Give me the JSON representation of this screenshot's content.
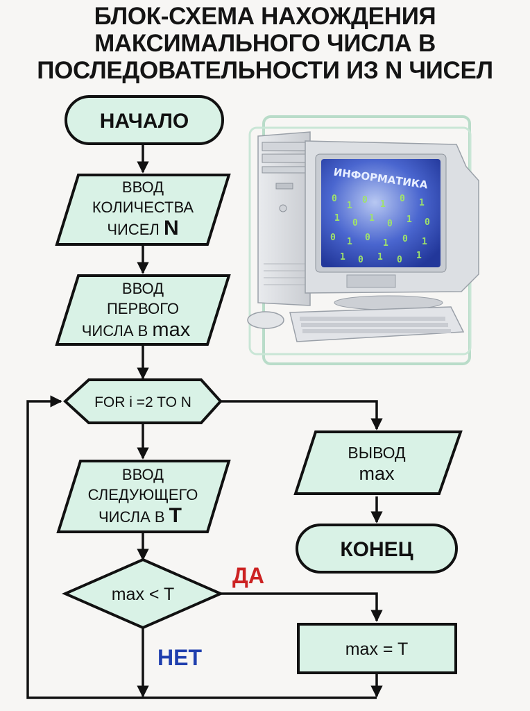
{
  "title": {
    "line1": "БЛОК-СХЕМА НАХОЖДЕНИЯ",
    "line2": "МАКСИМАЛЬНОГО ЧИСЛА В",
    "line3": "ПОСЛЕДОВАТЕЛЬНОСТИ ИЗ N ЧИСЕЛ"
  },
  "blocks": {
    "start": "НАЧАЛО",
    "input_count": {
      "l1": "ВВОД",
      "l2": "КОЛИЧЕСТВА",
      "l3a": "ЧИСЕЛ ",
      "l3b": "N"
    },
    "input_first": {
      "l1": "ВВОД",
      "l2": "ПЕРВОГО",
      "l3a": "ЧИСЛА В ",
      "l3b": "max"
    },
    "loop": "FOR i =2 TO N",
    "input_next": {
      "l1": "ВВОД",
      "l2": "СЛЕДУЮЩЕГО",
      "l3a": "ЧИСЛА В ",
      "l3b": "T"
    },
    "condition": "max < T",
    "assign": "max = T",
    "output": {
      "l1": "ВЫВОД",
      "l2": "max"
    },
    "end": "КОНЕЦ"
  },
  "branch_labels": {
    "yes": "ДА",
    "no": "НЕТ"
  },
  "illustration": {
    "screen_text": "ИНФОРМАТИКА"
  },
  "colors": {
    "block_fill": "#d9f2e6",
    "stroke": "#111111",
    "yes_color": "#cc2222",
    "no_color": "#1f3fae",
    "screen_blue": "#3a55c8"
  }
}
